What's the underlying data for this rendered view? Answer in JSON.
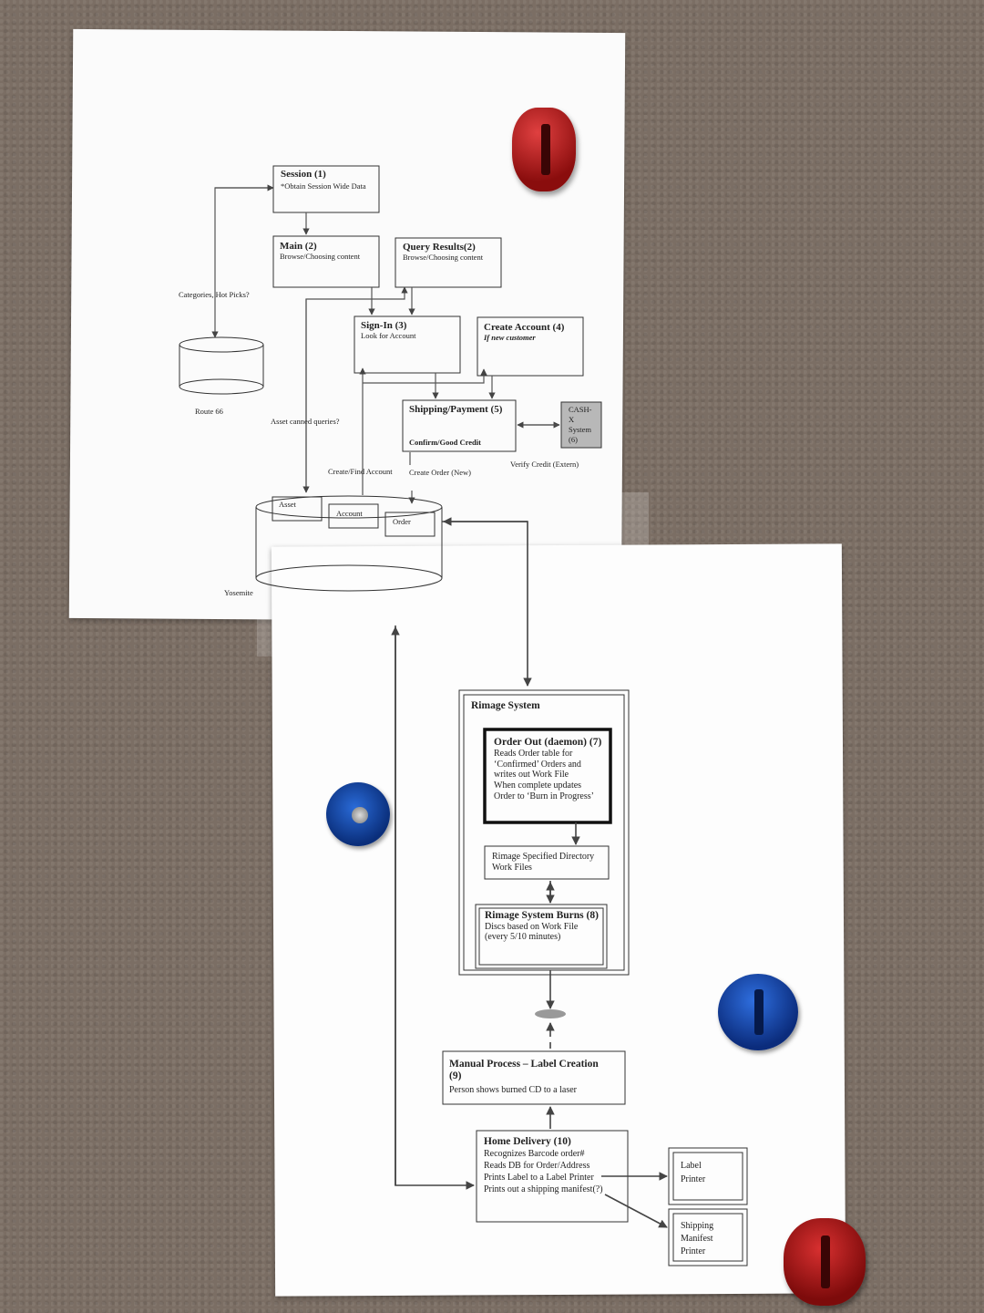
{
  "diagram": {
    "session": {
      "title": "Session (1)",
      "sub": "*Obtain Session Wide Data"
    },
    "main": {
      "title": "Main (2)",
      "sub": "Browse/Choosing content"
    },
    "query": {
      "title": "Query Results(2)",
      "sub": "Browse/Choosing content"
    },
    "signin": {
      "title": "Sign-In (3)",
      "sub": "Look for Account"
    },
    "create": {
      "title": "Create Account (4)",
      "sub": "If new customer"
    },
    "shipping": {
      "title": "Shipping/Payment (5)",
      "sub": "Confirm/Good Credit"
    },
    "cashx": {
      "lines": [
        "CASH-",
        "X",
        "System",
        "(6)"
      ]
    },
    "route66": "Route 66",
    "yosemite": "Yosemite",
    "db_tables": [
      "Asset",
      "Account",
      "Order"
    ],
    "labels": {
      "categories": "Categories, Hot Picks?",
      "asset_queries": "Asset canned queries?",
      "create_find": "Create/Find Account",
      "create_order": "Create Order (New)",
      "verify_credit": "Verify Credit (Extern)"
    },
    "rimage": {
      "title": "Rimage System",
      "order_out": {
        "title": "Order Out (daemon) (7)",
        "lines": [
          "Reads Order table for",
          "‘Confirmed’ Orders and",
          "writes out Work File",
          "When complete updates",
          "Order to ‘Burn in Progress’"
        ]
      },
      "directory": {
        "lines": [
          "Rimage Specified Directory",
          "Work Files"
        ]
      },
      "burns": {
        "title": "Rimage System Burns (8)",
        "lines": [
          "Discs based on Work File",
          "(every 5/10 minutes)"
        ]
      }
    },
    "manual": {
      "title_lines": [
        "Manual Process – Label Creation",
        "(9)"
      ],
      "sub": "Person shows burned CD to a laser"
    },
    "home": {
      "title": "Home Delivery (10)",
      "lines": [
        "Recognizes Barcode order#",
        "Reads DB for Order/Address",
        "Prints Label to a Label Printer",
        "Prints out a shipping manifest(?)"
      ]
    },
    "label_printer": {
      "lines": [
        "Label",
        "Printer"
      ]
    },
    "shipping_printer": {
      "lines": [
        "Shipping",
        "Manifest",
        "Printer"
      ]
    }
  }
}
